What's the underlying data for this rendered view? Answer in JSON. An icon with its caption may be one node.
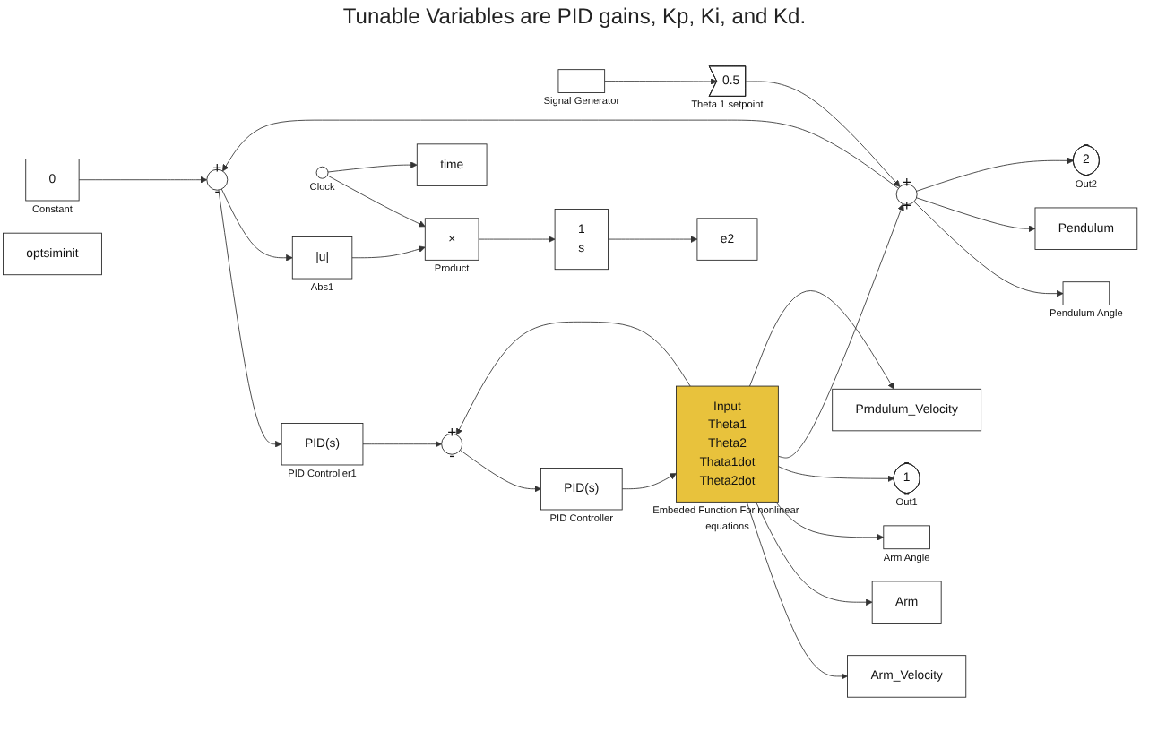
{
  "diagram": {
    "title": "Tunable Variables are  PID gains, Kp, Ki, and Kd.",
    "nodes": [
      {
        "text": [
          "0"
        ],
        "beside": [
          "Constant"
        ]
      },
      {
        "text": [],
        "shape": "box",
        "beside": [
          "Signal Generator"
        ]
      },
      {
        "text": [
          "0.5"
        ],
        "beside": [
          "Theta 1 setpoint"
        ]
      },
      {
        "text": [
          "+",
          "-"
        ]
      },
      {
        "text": [
          "PID(s)"
        ],
        "beside": [
          "PID Controller1"
        ]
      },
      {
        "text": [
          "+",
          "-"
        ]
      },
      {
        "text": [
          "PID(s)"
        ],
        "beside": [
          "PID Controller"
        ]
      },
      {
        "text": [
          "Input",
          "Theta1",
          "Theta2",
          "Thata1dot",
          "Theta2dot"
        ],
        "beside": [
          "Embeded Function For nonlinear equations"
        ]
      },
      {
        "text": [
          "Arm_Velocity"
        ]
      },
      {
        "text": [
          "+",
          "+"
        ]
      },
      {
        "text": [
          "Arm"
        ]
      },
      {
        "text": [],
        "shape": "box",
        "beside": [
          "Arm Angle"
        ]
      },
      {
        "text": [],
        "shape": "box",
        "beside": [
          "Pendulum Angle"
        ]
      },
      {
        "text": [
          "Pendulum"
        ]
      },
      {
        "text": [
          "1"
        ],
        "beside": [
          "Out1"
        ]
      },
      {
        "text": [
          "2"
        ],
        "beside": [
          "Out2"
        ]
      },
      {
        "text": [
          "Prndulum_Velocity"
        ]
      },
      {
        "text": [
          "|u|"
        ],
        "beside": [
          "Abs1"
        ]
      },
      {
        "text": [
          "1",
          "s"
        ]
      },
      {
        "text": [
          "e2"
        ]
      },
      {
        "text": [
          "×"
        ],
        "beside": [
          "Product"
        ]
      },
      {
        "text": [],
        "shape": "circle",
        "beside": [
          "Clock"
        ]
      },
      {
        "text": [
          "time"
        ]
      },
      {
        "text": [
          "optsiminit"
        ]
      }
    ],
    "edges": [
      {
        "from": 0,
        "to": 3,
        "arrow": "to"
      },
      {
        "from": 3,
        "to": 4,
        "arrow": "to"
      },
      {
        "from": 3,
        "to": 17,
        "arrow": "to"
      },
      {
        "from": 4,
        "to": 5,
        "arrow": "to"
      },
      {
        "from": 5,
        "to": 6,
        "arrow": "to"
      },
      {
        "from": 6,
        "to": 7,
        "arrow": "to"
      },
      {
        "from": 1,
        "to": 2,
        "arrow": "to"
      },
      {
        "from": 2,
        "to": 9,
        "arrow": "to"
      },
      {
        "from": 7,
        "to": 8,
        "arrow": "to"
      },
      {
        "from": 7,
        "to": 10,
        "arrow": "to"
      },
      {
        "from": 7,
        "to": 11,
        "arrow": "to"
      },
      {
        "from": 7,
        "to": 5,
        "arrow": "to"
      },
      {
        "from": 7,
        "to": 14,
        "arrow": "to"
      },
      {
        "from": 7,
        "to": 9,
        "arrow": "to"
      },
      {
        "from": 7,
        "to": 16,
        "arrow": "to"
      },
      {
        "from": 9,
        "to": 12,
        "arrow": "to"
      },
      {
        "from": 9,
        "to": 13,
        "arrow": "to"
      },
      {
        "from": 9,
        "to": 15,
        "arrow": "to"
      },
      {
        "from": 9,
        "to": 3,
        "arrow": "to"
      },
      {
        "from": 17,
        "to": 20,
        "arrow": "to"
      },
      {
        "from": 21,
        "to": 20,
        "arrow": "to"
      },
      {
        "from": 21,
        "to": 22,
        "arrow": "to"
      },
      {
        "from": 20,
        "to": 18,
        "arrow": "to"
      },
      {
        "from": 18,
        "to": 19,
        "arrow": "to"
      }
    ]
  }
}
